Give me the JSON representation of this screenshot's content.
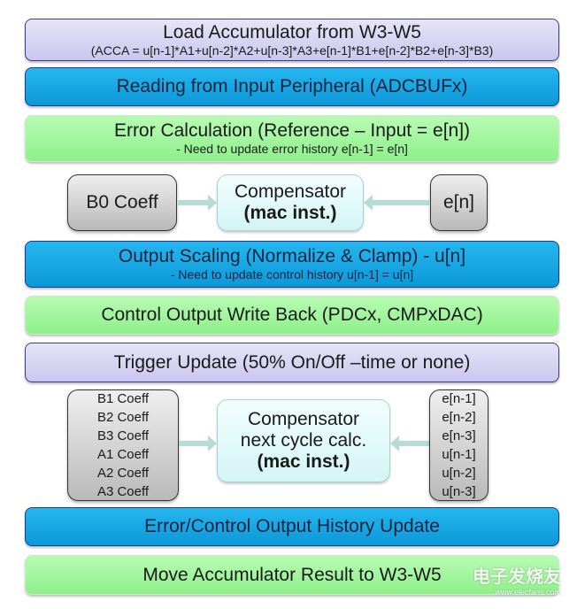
{
  "steps": {
    "load_acc": {
      "title": "Load Accumulator from W3-W5",
      "sub": "(ACCA = u[n-1]*A1+u[n-2]*A2+u[n-3]*A3+e[n-1]*B1+e[n-2]*B2+e[n-3]*B3)"
    },
    "read_input": {
      "title": "Reading from Input Peripheral (ADCBUFx)"
    },
    "error_calc": {
      "title": "Error Calculation (Reference – Input = e[n])",
      "sub": "- Need to update error history e[n-1] = e[n]"
    },
    "output_scaling": {
      "title": "Output Scaling (Normalize & Clamp) - u[n]",
      "sub": "- Need to update control history u[n-1] = u[n]"
    },
    "write_back": {
      "title": "Control Output Write Back (PDCx, CMPxDAC)"
    },
    "trigger": {
      "title": "Trigger Update (50% On/Off –time or none)"
    },
    "history": {
      "title": "Error/Control Output History Update"
    },
    "move_acc": {
      "title": "Move Accumulator Result to W3-W5"
    }
  },
  "row1": {
    "left": "B0 Coeff",
    "comp_line1": "Compensator",
    "comp_line2": "(mac inst.)",
    "right": "e[n]"
  },
  "row2": {
    "left": [
      "B1 Coeff",
      "B2 Coeff",
      "B3 Coeff",
      "A1 Coeff",
      "A2 Coeff",
      "A3 Coeff"
    ],
    "comp_line1": "Compensator",
    "comp_line2": "next cycle calc.",
    "comp_line3": "(mac inst.)",
    "right": [
      "e[n-1]",
      "e[n-2]",
      "e[n-3]",
      "u[n-1]",
      "u[n-2]",
      "u[n-3]"
    ]
  },
  "watermark": {
    "brand": "电子发烧友",
    "url": "www.elecfans.com"
  }
}
